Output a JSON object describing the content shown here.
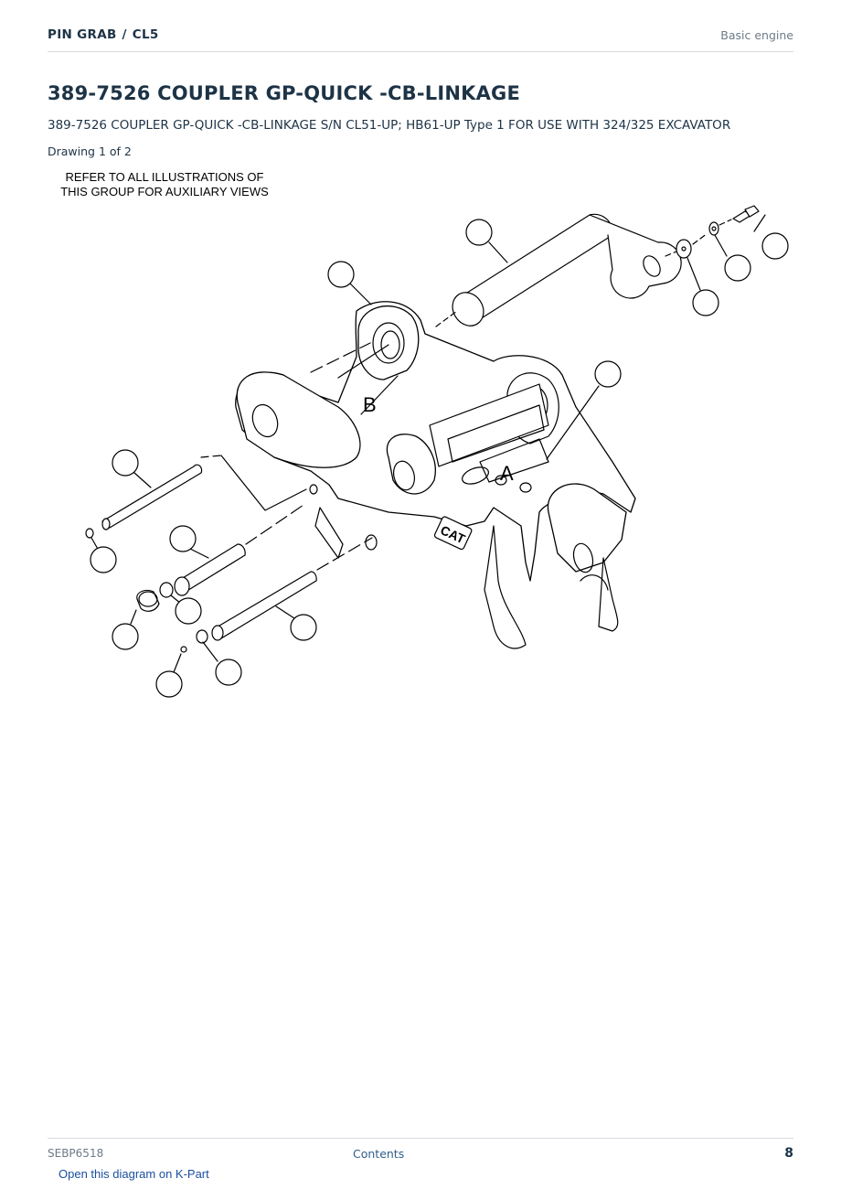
{
  "header": {
    "breadcrumb": [
      "PIN GRAB",
      "CL5"
    ],
    "breadcrumb_separator": "/",
    "section": "Basic engine"
  },
  "page": {
    "title": "389-7526 COUPLER GP-QUICK -CB-LINKAGE",
    "subtitle": "389-7526 COUPLER GP-QUICK -CB-LINKAGE S/N CL51-UP; HB61-UP Type 1 FOR USE WITH 324/325 EXCAVATOR",
    "drawing_count": "Drawing 1 of 2"
  },
  "diagram": {
    "refer_note": "REFER TO ALL ILLUSTRATIONS OF\nTHIS GROUP FOR AUXILIARY VIEWS",
    "view_labels": [
      "B",
      "A"
    ],
    "brand_mark": "CAT"
  },
  "footer": {
    "doc_id": "SEBP6518",
    "contents_link": "Contents",
    "page_number": "8",
    "kpart_link": "Open this diagram on K-Part"
  },
  "colors": {
    "heading": "#1d3346",
    "muted": "#6d7b88",
    "link": "#1a4fa0"
  }
}
